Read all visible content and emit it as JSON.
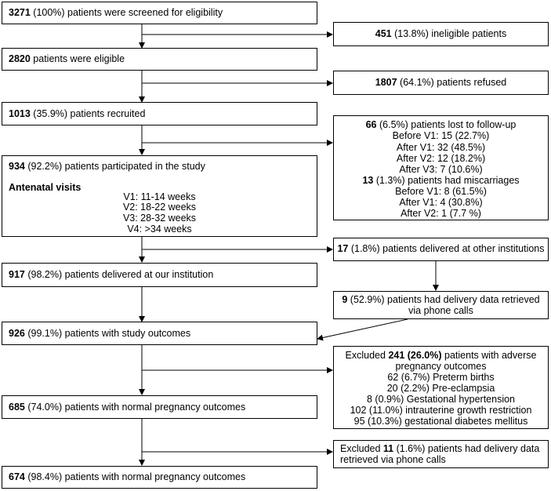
{
  "boxes": {
    "screened": {
      "num": "3271",
      "text": " (100%) patients were screened for eligibility"
    },
    "ineligible": {
      "num": "451",
      "text": " (13.8%) ineligible patients"
    },
    "eligible": {
      "num": "2820",
      "text": " patients were eligible"
    },
    "refused": {
      "num": "1807",
      "text": " (64.1%) patients refused"
    },
    "recruited": {
      "num": "1013",
      "text": " (35.9%) patients recruited"
    },
    "lost": {
      "num": "66",
      "text": " (6.5%) patients lost to follow-up",
      "items": [
        "Before V1: 15 (22.7%)",
        "After V1: 32 (48.5%)",
        "After V2: 12 (18.2%)",
        "After V3: 7 (10.6%)"
      ],
      "misc_num": "13",
      "misc_text": " (1.3%) patients had miscarriages",
      "misc_items": [
        "Before V1: 8 (61.5%)",
        "After V1: 4 (30.8%)",
        "After V2: 1 (7.7 %)"
      ]
    },
    "participated": {
      "num": "934",
      "text": " (92.2%) patients participated in the study",
      "visits_title": "Antenatal visits",
      "visits": [
        "V1: 11-14 weeks",
        "V2: 18-22 weeks",
        "V3: 28-32 weeks",
        "V4: >34 weeks"
      ]
    },
    "other_inst": {
      "num": "17",
      "text": " (1.8%) patients delivered at other institutions"
    },
    "delivered": {
      "num": "917",
      "text": " (98.2%) patients delivered at our institution"
    },
    "phone": {
      "num": "9",
      "text1": " (52.9%) patients had delivery data retrieved",
      "text2": "via phone calls"
    },
    "study_outcomes": {
      "num": "926",
      "text": " (99.1%) patients with study outcomes"
    },
    "excluded_adverse": {
      "pre": "Excluded ",
      "num": "241",
      "pct": " (26.0%)",
      "post": " patients with adverse",
      "line2": "pregnancy outcomes",
      "items": [
        "62 (6.7%) Preterm births",
        "20 (2.2%) Pre-eclampsia",
        "8 (0.9%) Gestational hypertension",
        "102 (11.0%) intrauterine growth restriction",
        "95 (10.3%) gestational diabetes mellitus"
      ]
    },
    "normal1": {
      "num": "685",
      "text": " (74.0%) patients with normal pregnancy outcomes"
    },
    "excluded_phone": {
      "pre": "Excluded ",
      "num": "11",
      "text1": " (1.6%) patients had delivery data",
      "line2": "retrieved via phone calls"
    },
    "normal2": {
      "num": "674",
      "text": " (98.4%) patients with normal pregnancy outcomes"
    }
  }
}
